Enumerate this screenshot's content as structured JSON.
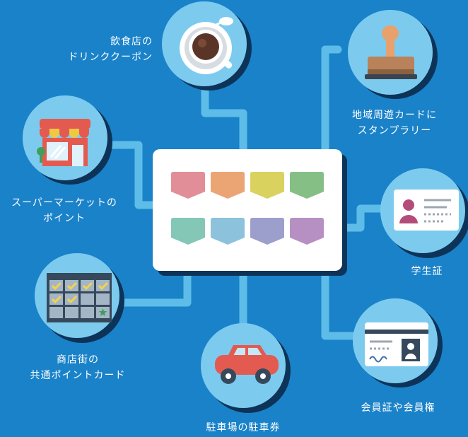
{
  "colors": {
    "background": "#1a82c9",
    "connector": "#5dbde8",
    "circle": "#7ccbef",
    "circle_shadow": "#0d3458",
    "card": "#ffffff"
  },
  "center_card": {
    "tag_colors": [
      "#e28e98",
      "#eba575",
      "#d9d25e",
      "#86bf86",
      "#84c7b6",
      "#8dc2dc",
      "#9c9fcc",
      "#b690c2"
    ]
  },
  "nodes": {
    "restaurant": {
      "icon": "coffee-cup-icon",
      "line1": "飲食店の",
      "line2": "ドリンククーポン"
    },
    "stamp_rally": {
      "icon": "rubber-stamp-icon",
      "line1": "地域周遊カードに",
      "line2": "スタンプラリー"
    },
    "supermarket": {
      "icon": "storefront-icon",
      "line1": "スーパーマーケットの",
      "line2": "ポイント"
    },
    "student_id": {
      "icon": "id-card-icon",
      "line1": "学生証"
    },
    "shopping_street": {
      "icon": "point-card-grid-icon",
      "line1": "商店街の",
      "line2": "共通ポイントカード"
    },
    "parking": {
      "icon": "car-icon",
      "line1": "駐車場の駐車券"
    },
    "membership": {
      "icon": "membership-card-icon",
      "line1": "会員証や会員権"
    }
  }
}
